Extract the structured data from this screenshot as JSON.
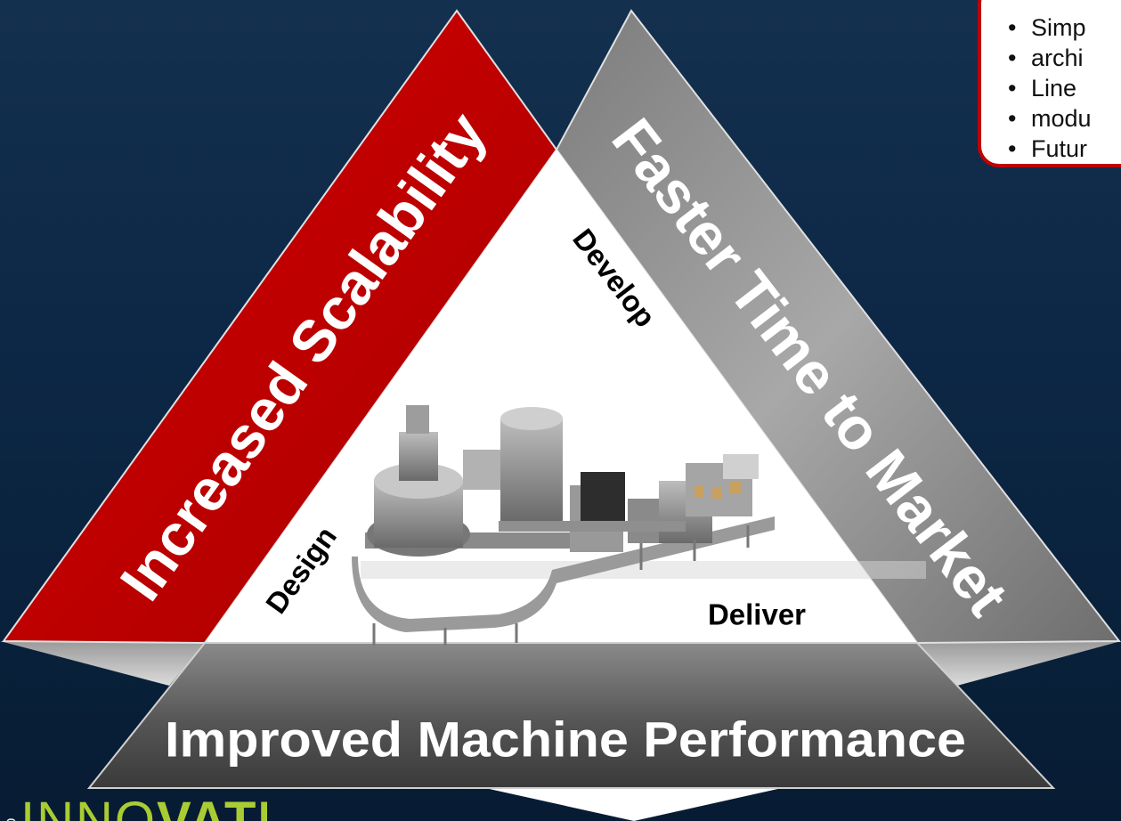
{
  "sides": {
    "left": "Increased Scalability",
    "right": "Faster Time to Market",
    "bottom": "Improved Machine Performance"
  },
  "stages": {
    "develop": "Develop",
    "design": "Design",
    "deliver": "Deliver"
  },
  "callout": {
    "items": [
      "Simp",
      "archi",
      "Line",
      "modu",
      "Futur"
    ]
  },
  "logo": {
    "mark": "co",
    "text_light": "INNO",
    "text_bold": "VATE"
  },
  "colors": {
    "background": "#0c2745",
    "left_band": "#c00000",
    "right_band": "#8c8c8c",
    "bottom_band": "#555555",
    "inner": "#ffffff",
    "callout_border": "#c00000",
    "logo": "#aacc33"
  },
  "image": {
    "name": "bottling-machine-line"
  }
}
